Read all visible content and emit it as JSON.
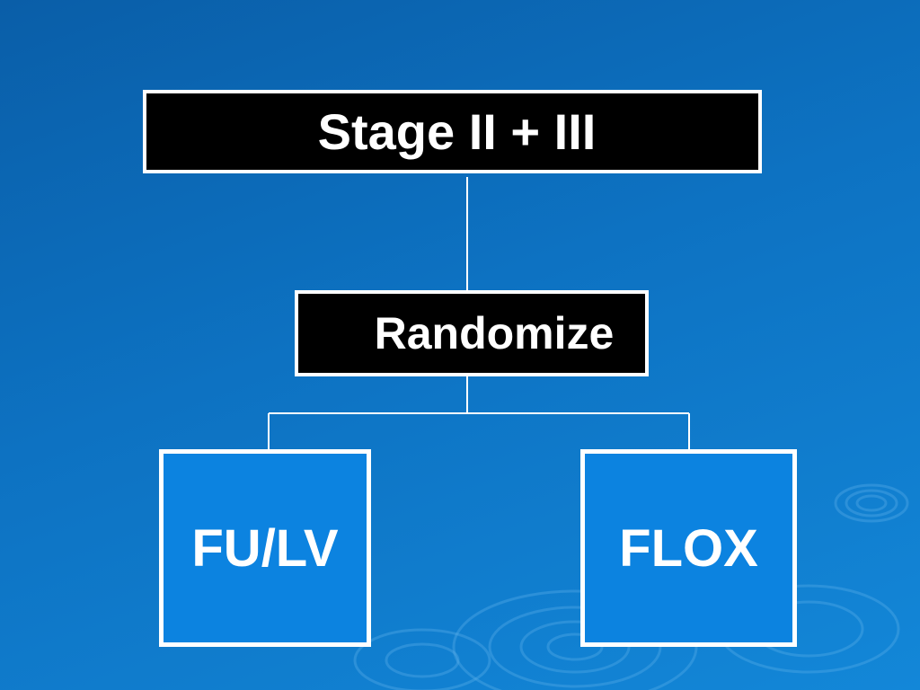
{
  "diagram": {
    "title_box": {
      "label": "Stage II + III"
    },
    "randomize_box": {
      "label": "Randomize"
    },
    "arms": [
      {
        "label": "FU/LV"
      },
      {
        "label": "FLOX"
      }
    ]
  },
  "colors": {
    "background": "#0d72c2",
    "dark_box": "#000000",
    "arm_box": "#0c83e0",
    "border": "#ffffff",
    "text": "#ffffff"
  }
}
